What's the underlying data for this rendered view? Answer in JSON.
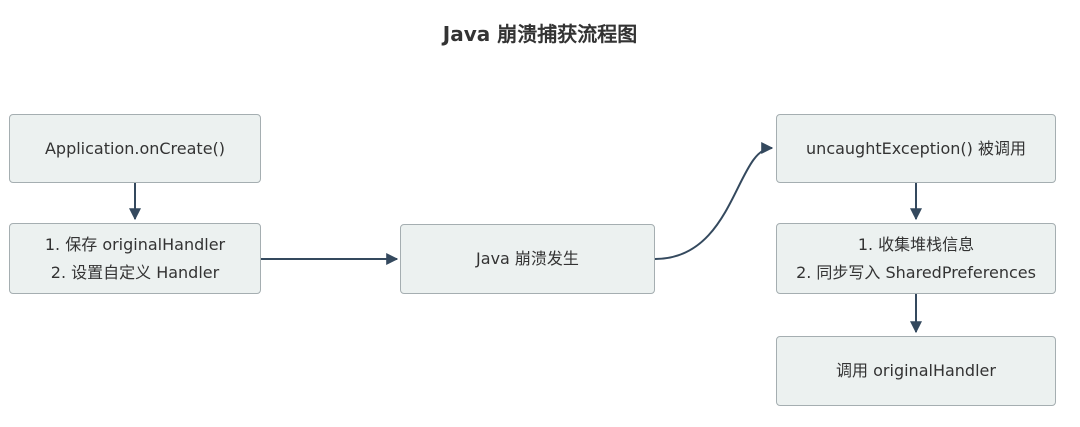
{
  "title": "Java 崩溃捕获流程图",
  "nodes": {
    "app_oncreate": {
      "lines": [
        "Application.onCreate()"
      ]
    },
    "setup_handler": {
      "lines": [
        "1. 保存 originalHandler",
        "2. 设置自定义 Handler"
      ]
    },
    "crash_occurs": {
      "lines": [
        "Java 崩溃发生"
      ]
    },
    "uncaught_exception": {
      "lines": [
        "uncaughtException() 被调用"
      ]
    },
    "collect_and_write": {
      "lines": [
        "1. 收集堆栈信息",
        "2. 同步写入 SharedPreferences"
      ]
    },
    "call_original": {
      "lines": [
        "调用 originalHandler"
      ]
    }
  },
  "edges": [
    {
      "from": "app_oncreate",
      "to": "setup_handler"
    },
    {
      "from": "setup_handler",
      "to": "crash_occurs"
    },
    {
      "from": "crash_occurs",
      "to": "uncaught_exception"
    },
    {
      "from": "uncaught_exception",
      "to": "collect_and_write"
    },
    {
      "from": "collect_and_write",
      "to": "call_original"
    }
  ],
  "colors": {
    "node_fill": "#ecf1f0",
    "node_border": "#a5aeb1",
    "edge": "#34495e",
    "text": "#333333"
  }
}
